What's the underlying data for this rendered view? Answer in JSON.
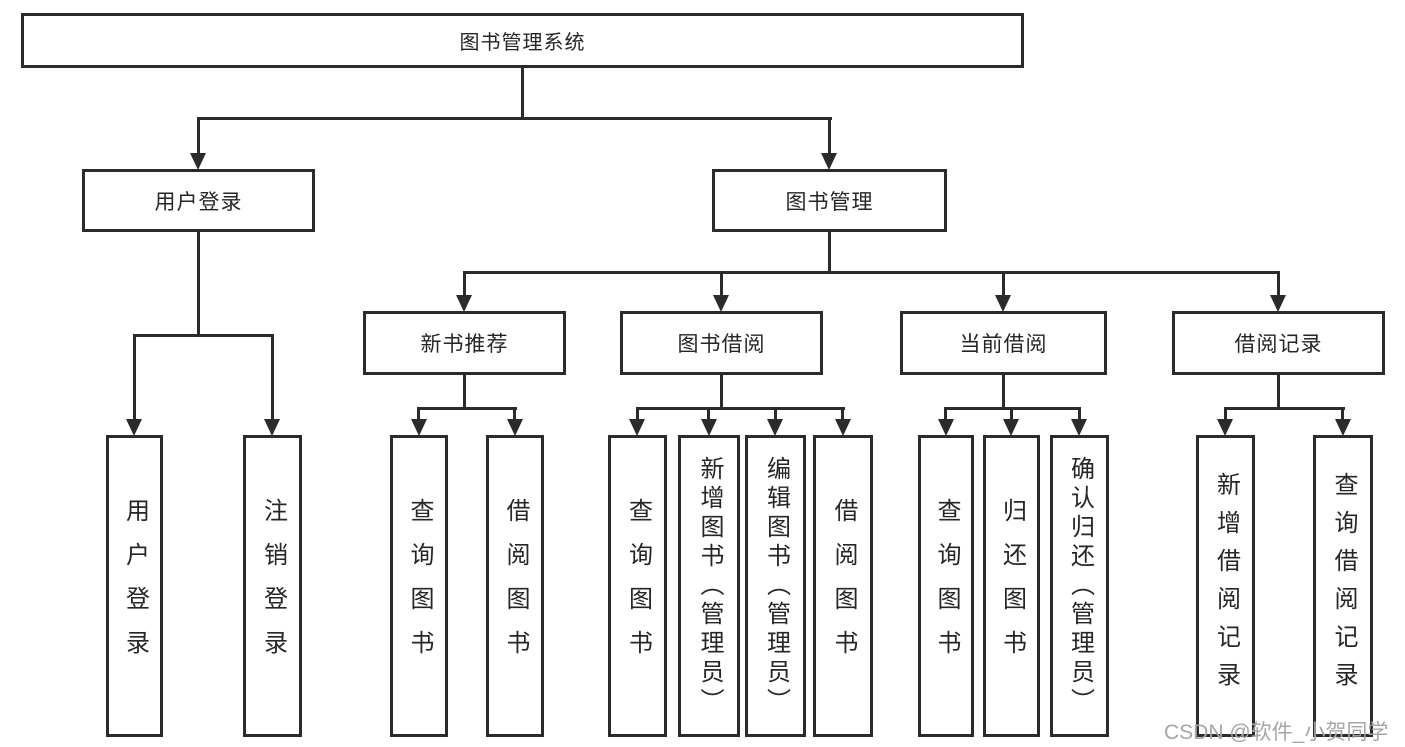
{
  "tree": {
    "root": "图书管理系统",
    "branches": [
      {
        "label": "用户登录",
        "children": [
          {
            "label": "用户登录"
          },
          {
            "label": "注销登录"
          }
        ]
      },
      {
        "label": "图书管理",
        "children": [
          {
            "label": "新书推荐",
            "children": [
              {
                "label": "查询图书"
              },
              {
                "label": "借阅图书"
              }
            ]
          },
          {
            "label": "图书借阅",
            "children": [
              {
                "label": "查询图书"
              },
              {
                "label": "新增图书（管理员）"
              },
              {
                "label": "编辑图书（管理员）"
              },
              {
                "label": "借阅图书"
              }
            ]
          },
          {
            "label": "当前借阅",
            "children": [
              {
                "label": "查询图书"
              },
              {
                "label": "归还图书"
              },
              {
                "label": "确认归还（管理员）"
              }
            ]
          },
          {
            "label": "借阅记录",
            "children": [
              {
                "label": "新增借阅记录"
              },
              {
                "label": "查询借阅记录"
              }
            ]
          }
        ]
      }
    ]
  },
  "watermark": "CSDN @软件_小贺同学",
  "colors": {
    "line": "#2b2b2b",
    "box_border": "#2b2b2b",
    "box_fill": "#ffffff",
    "text": "#262626",
    "watermark": "#a6a6a6",
    "background": "#ffffff"
  }
}
